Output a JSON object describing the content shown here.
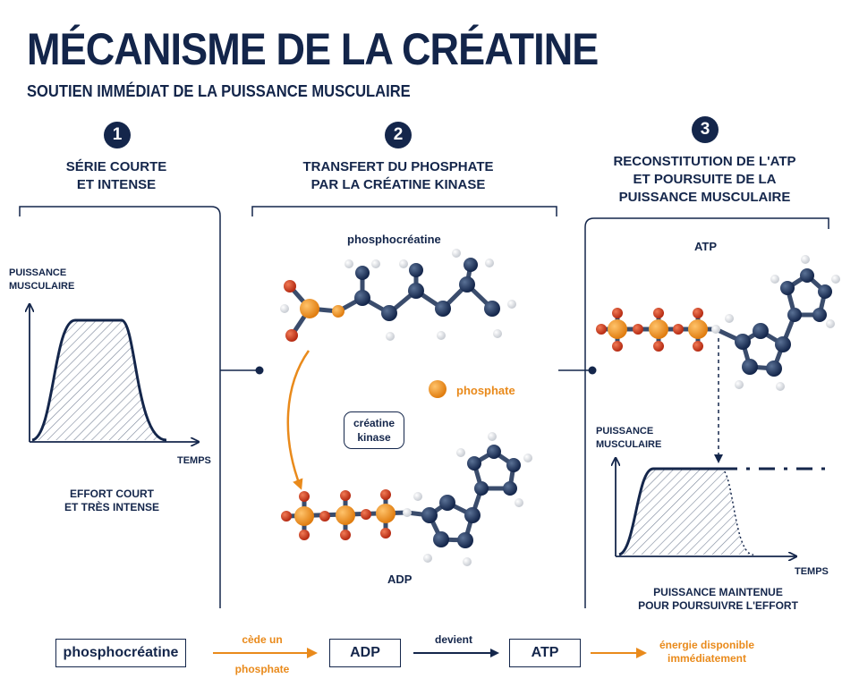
{
  "title": "MÉCANISME DE LA CRÉATINE",
  "subtitle": "SOUTIEN IMMÉDIAT DE LA PUISSANCE MUSCULAIRE",
  "steps": [
    {
      "number": "1",
      "title": "SÉRIE COURTE\nET INTENSE"
    },
    {
      "number": "2",
      "title": "TRANSFERT DU PHOSPHATE\nPAR LA CRÉATINE KINASE"
    },
    {
      "number": "3",
      "title": "RECONSTITUTION DE L'ATP\nET POURSUITE DE LA\nPUISSANCE MUSCULAIRE"
    }
  ],
  "panel1": {
    "y_label": "PUISSANCE\nMUSCULAIRE",
    "x_label": "TEMPS",
    "caption": "EFFORT COURT\nET TRÈS INTENSE"
  },
  "panel2": {
    "top_molecule": "phosphocréatine",
    "phosphate": "phosphate",
    "enzyme": "créatine\nkinase",
    "bottom_molecule": "ADP"
  },
  "panel3": {
    "molecule": "ATP",
    "y_label": "PUISSANCE\nMUSCULAIRE",
    "x_label": "TEMPS",
    "caption": "PUISSANCE MAINTENUE\nPOUR POURSUIVRE L'EFFORT"
  },
  "flow": {
    "box1": "phosphocréatine",
    "arrow1_top": "cède un",
    "arrow1_bottom": "phosphate",
    "box2": "ADP",
    "arrow2_top": "devient",
    "box3": "ATP",
    "result": "énergie disponible\nimmédiatement"
  },
  "colors": {
    "navy": "#14264b",
    "orange": "#e98a1b",
    "red": "#c7361b"
  }
}
